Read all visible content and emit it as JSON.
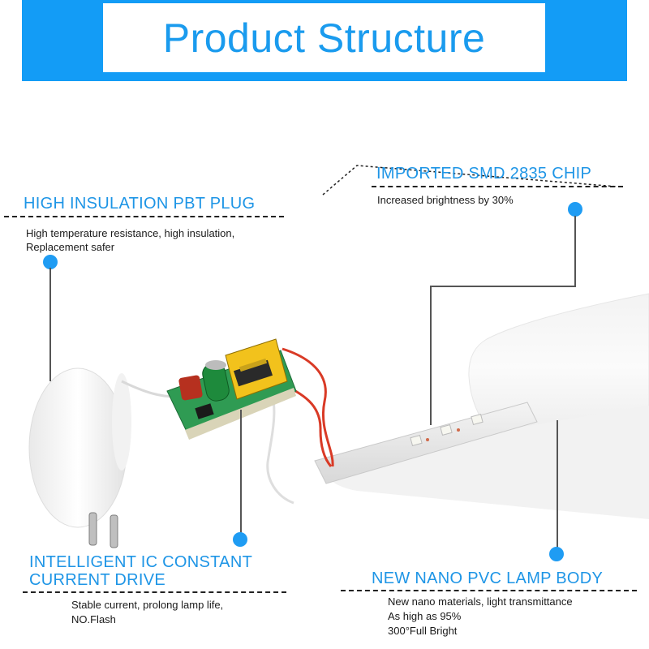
{
  "banner": {
    "title": "Product Structure",
    "background_color": "#139cf6",
    "text_color": "#1a9bee"
  },
  "callouts": {
    "plug": {
      "heading": "HIGH INSULATION PBT PLUG",
      "lines": [
        "High temperature resistance, high insulation,",
        "Replacement safer"
      ]
    },
    "chip": {
      "heading": "IMPORTED SMD 2835 CHIP",
      "lines": [
        "Increased brightness by 30%"
      ]
    },
    "driver": {
      "heading_lines": [
        "INTELLIGENT IC CONSTANT",
        "CURRENT DRIVE"
      ],
      "lines": [
        "Stable current, prolong lamp life,",
        "NO.Flash"
      ]
    },
    "body": {
      "heading": "NEW NANO PVC LAMP BODY",
      "lines": [
        "New nano materials, light transmittance",
        "As high as 95%",
        "300°Full Bright"
      ]
    }
  },
  "accent_color": "#1f9cf3"
}
